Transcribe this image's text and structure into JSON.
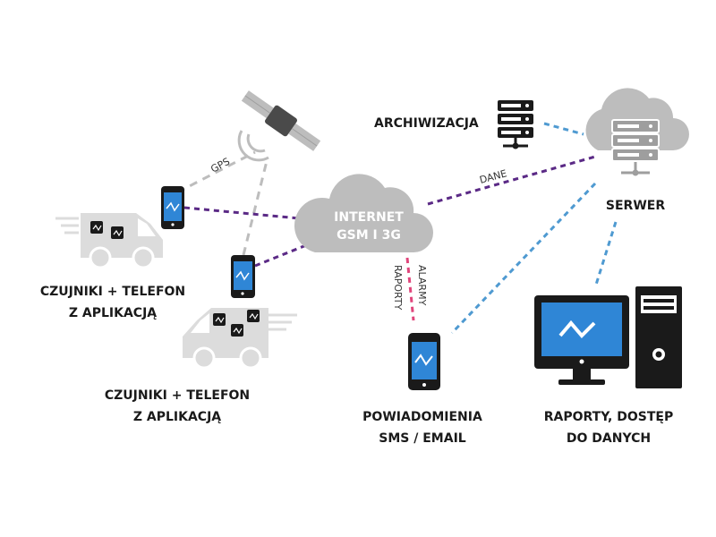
{
  "colors": {
    "purple": "#5b2a86",
    "blue": "#4f9ad1",
    "gray": "#bdbdbd",
    "pink": "#e0457b",
    "dark": "#1a1a1a",
    "screen": "#2f86d6"
  },
  "labels": {
    "internet_line1": "INTERNET",
    "internet_line2": "GSM I 3G",
    "archiwizacja": "ARCHIWIZACJA",
    "serwer": "SERWER",
    "gps": "GPS",
    "dane": "DANE",
    "alarmy": "ALARMY",
    "raporty": "RAPORTY",
    "vehicle1_line1": "CZUJNIKI + TELEFON",
    "vehicle1_line2": "Z APLIKACJĄ",
    "vehicle2_line1": "CZUJNIKI + TELEFON",
    "vehicle2_line2": "Z APLIKACJĄ",
    "notify_line1": "POWIADOMIENIA",
    "notify_line2": "SMS / EMAIL",
    "reports_line1": "RAPORTY, DOSTĘP",
    "reports_line2": "DO DANYCH"
  },
  "icons": [
    "satellite-icon",
    "cloud-icon",
    "server-rack-icon",
    "cloud-server-icon",
    "smartphone-icon",
    "delivery-van-icon",
    "desktop-computer-icon"
  ]
}
